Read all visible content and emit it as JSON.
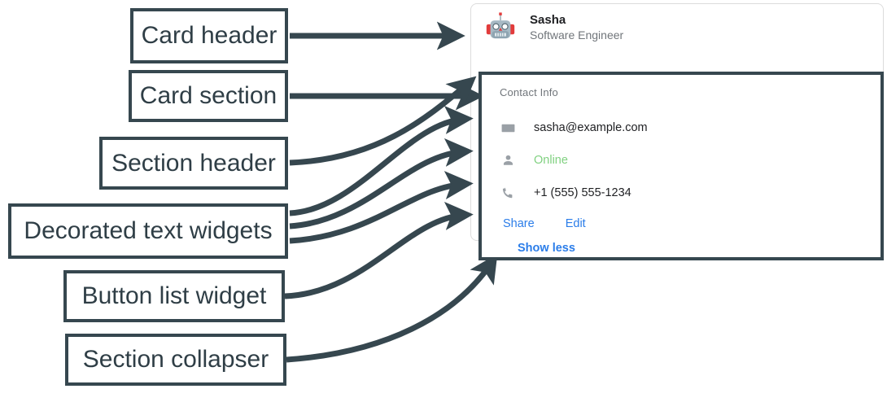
{
  "annotations": [
    {
      "label": "Card header",
      "name": "callout-card-header"
    },
    {
      "label": "Card section",
      "name": "callout-card-section"
    },
    {
      "label": "Section header",
      "name": "callout-section-header"
    },
    {
      "label": "Decorated text widgets",
      "name": "callout-decorated-text-widgets"
    },
    {
      "label": "Button list widget",
      "name": "callout-button-list-widget"
    },
    {
      "label": "Section collapser",
      "name": "callout-section-collapser"
    }
  ],
  "card": {
    "header": {
      "avatar_icon": "robot-avatar-icon",
      "title": "Sasha",
      "subtitle": "Software Engineer"
    },
    "section": {
      "header": "Contact Info",
      "rows": [
        {
          "icon": "envelope-icon",
          "value": "sasha@example.com",
          "status": false
        },
        {
          "icon": "person-icon",
          "value": "Online",
          "status": true
        },
        {
          "icon": "phone-icon",
          "value": "+1 (555) 555-1234",
          "status": false
        }
      ],
      "buttons": [
        {
          "label": "Share"
        },
        {
          "label": "Edit"
        }
      ],
      "collapser": {
        "label": "Show less"
      }
    }
  },
  "colors": {
    "annotation_stroke": "#36474f",
    "link_blue": "#2b7de9",
    "online_green": "#81d181",
    "muted_gray": "#70757a",
    "icon_gray": "#9aa0a6",
    "card_border": "#dcdcdc"
  }
}
